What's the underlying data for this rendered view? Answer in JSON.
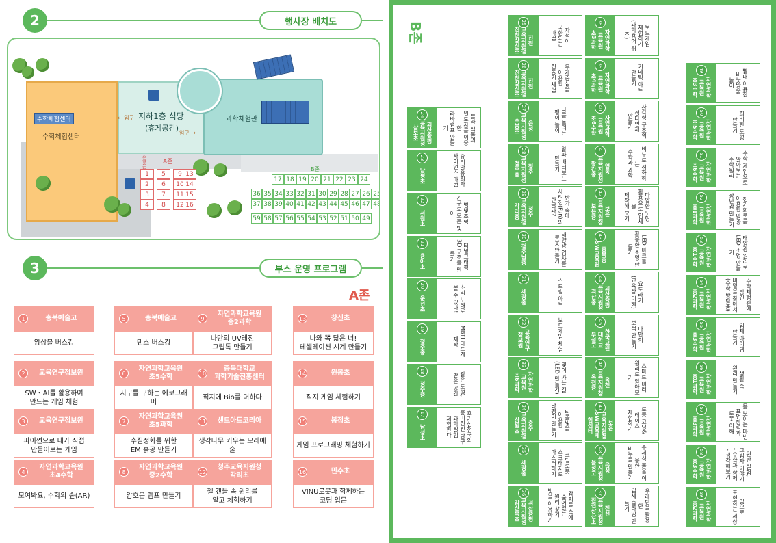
{
  "section2": {
    "number": "2",
    "title": "행사장 배치도"
  },
  "section3": {
    "number": "3",
    "title": "부스 운영 프로그램"
  },
  "map": {
    "cafeteria": "지하1층 식당",
    "cafeteria_sub": "(휴게공간)",
    "science_hall": "과학체험관",
    "math_center": "수학체험센터",
    "math_sign": "수학체험센터",
    "entrance1": "← 입구",
    "entrance2": "입구 →",
    "zoneA_label": "A존",
    "zoneB_label": "B존",
    "info_label": "운영 본부",
    "zoneA_cells": [
      "1",
      "5",
      "9",
      "13",
      "2",
      "6",
      "10",
      "14",
      "3",
      "7",
      "11",
      "15",
      "4",
      "8",
      "12",
      "16"
    ],
    "zoneB_row1": [
      "17",
      "18",
      "19",
      "20",
      "21",
      "22",
      "23",
      "24"
    ],
    "zoneB_row2": [
      "36",
      "35",
      "34",
      "33",
      "32",
      "31",
      "30",
      "29",
      "28",
      "27",
      "26",
      "25"
    ],
    "zoneB_row3": [
      "37",
      "38",
      "39",
      "40",
      "41",
      "42",
      "43",
      "44",
      "45",
      "46",
      "47",
      "48"
    ],
    "zoneB_row4": [
      "59",
      "58",
      "57",
      "56",
      "55",
      "54",
      "53",
      "52",
      "51",
      "50",
      "49"
    ]
  },
  "zoneA": {
    "title": "A존",
    "booths": [
      {
        "num": "1",
        "name": "충북예술고",
        "program": "앙상블 버스킹"
      },
      {
        "num": "2",
        "name": "교육연구정보원",
        "program": "SW・AI를 활용하여\n만드는 게임 체험"
      },
      {
        "num": "3",
        "name": "교육연구정보원",
        "program": "파이썬으로 내가 직접\n만들어보는 게임"
      },
      {
        "num": "4",
        "name": "자연과학교육원\n초4수학",
        "program": "모여봐요, 수학의 숲(AR)"
      },
      {
        "num": "5",
        "name": "충북예술고",
        "program": "댄스 버스킹"
      },
      {
        "num": "6",
        "name": "자연과학교육원\n초5수학",
        "program": "지구를 구하는 에코그래머"
      },
      {
        "num": "7",
        "name": "자연과학교육원\n초5과학",
        "program": "수질정화를 위한\nEM 흙공 만들기"
      },
      {
        "num": "8",
        "name": "자연과학교육원\n중2수학",
        "program": "암호문 램프 만들기"
      },
      {
        "num": "9",
        "name": "자연과학교육원\n중2과학",
        "program": "나만의 UV레진\n그립톡 만들기"
      },
      {
        "num": "10",
        "name": "충북대학교\n과학기술진흥센터",
        "program": "직지에 Bio를 더하다"
      },
      {
        "num": "11",
        "name": "샌드아트코리아",
        "program": "생각나무 키우는 모래예술"
      },
      {
        "num": "12",
        "name": "청주교육지원청\n각리초",
        "program": "젤 캔들 속 원리를\n알고 체험하기"
      },
      {
        "num": "13",
        "name": "창신초",
        "program": "나와 똑 닮은 너!\n테셀레이션 시계 만들기"
      },
      {
        "num": "14",
        "name": "원봉초",
        "program": "직지 게임 체험하기"
      },
      {
        "num": "15",
        "name": "봉정초",
        "program": "게임 프로그래밍 체험하기"
      },
      {
        "num": "16",
        "name": "민수초",
        "program": "VINU로봇과 함께하는\n코딩 입문"
      }
    ]
  },
  "zoneB": {
    "title": "B존",
    "booths": [
      {
        "num": "17",
        "name": "남성초",
        "program": "호기심천국의\n흥미진진 탐구\n과학실험\n체험한다"
      },
      {
        "num": "18",
        "name": "청주중",
        "program": "같은 도형,\n같은 공간"
      },
      {
        "num": "19",
        "name": "청주중",
        "program": "MBTI 다트게 제작"
      },
      {
        "num": "20",
        "name": "운천초",
        "program": "소리 노래로\n볼 수 있다!"
      },
      {
        "num": "21",
        "name": "용아초",
        "program": "터널그래픽\n3D 구조물 만들기"
      },
      {
        "num": "22",
        "name": "서원초",
        "program": "별빛조명\n기구로 모든 빛이"
      },
      {
        "num": "23",
        "name": "남평초",
        "program": "유리알유희와\n사이언스 마법"
      },
      {
        "num": "24",
        "name": "괴산증평\n교육지원청\n삼보초",
        "program": "블라 식물의\n밀도차를 이용한\n라바램프 만들기"
      },
      {
        "num": "25",
        "name": "진천\n교육지원청\n진천상신초",
        "program": "자석이\n국한되는\n마법"
      },
      {
        "num": "26",
        "name": "진천\n교육지원청\n진천상신초",
        "program": "무게중심을\n이용한\n진동기 체험"
      },
      {
        "num": "27",
        "name": "음성\n교육지원청\n수봉초",
        "program": "나를 돌리는\n팽이 놀이"
      },
      {
        "num": "28",
        "name": "청주\n교육지원청\n청주중",
        "program": "알파 배터보드\n만들기"
      },
      {
        "num": "29",
        "name": "청주\n교육지원청\n각리중",
        "program": "반가 속에\n사려진(Fun)의\n한글과?"
      },
      {
        "num": "30",
        "name": "청주남중",
        "program": "태양광 입자를\n로봇 만들기"
      },
      {
        "num": "31",
        "name": "세광중",
        "program": "스트링 아트"
      },
      {
        "num": "32",
        "name": "교육연구\n정보원",
        "program": "보드게임 체험"
      },
      {
        "num": "33",
        "name": "자연과학\n교육원\n초6과학",
        "program": "빛이 가는 길\n(LED 만들기)"
      },
      {
        "num": "34",
        "name": "충주\n교육지원청\n삼원초",
        "program": "티롤빛을\n이용한\n달팽이 만들기"
      },
      {
        "num": "35",
        "name": "세광중",
        "program": "코딩로봇\n스크래치로\n마스터하기"
      },
      {
        "num": "36",
        "name": "괴산증평\n교육지원청\n감산목초",
        "program": "감지를 속에\n숨어있는\n원리 찾기\n빛을 이용하기"
      },
      {
        "num": "37",
        "name": "진천\n교육지원청\n진천상산초",
        "program": "우레탄을 활용한\n입체 슬라임 만들기"
      },
      {
        "num": "38",
        "name": "자연과학\n교육원\n초3과학",
        "program": "보드게임\n체험하기\n(과학용어 퀴즈)"
      },
      {
        "num": "39",
        "name": "자연과학\n교육원\n초4과학",
        "program": "키네틱 아트\n만들기"
      },
      {
        "num": "40",
        "name": "자연과학\n교육원\n초6수학",
        "program": "사각형 구조의\n정다면체\n만들기"
      },
      {
        "num": "41",
        "name": "영동\n교육지원청\n황간중",
        "program": "비누로 정화하는\n수학과 과학"
      },
      {
        "num": "42",
        "name": "보은\n교육지원청\n보은중",
        "program": "다양한 도형\n활용으로 입체물\n제작해 보기"
      },
      {
        "num": "43",
        "name": "충북중\nSW교육원",
        "program": "LED 마크를\n활용한 조명 만들기"
      },
      {
        "num": "44",
        "name": "괴산증평\n교육지원청\n괴산중",
        "program": "요도라기\n(교육상 이해)"
      },
      {
        "num": "45",
        "name": "한국교원\n대학교\n부설고",
        "program": "나만의\n보석 만들기"
      },
      {
        "num": "46",
        "name": "옥천\n교육지원청\n옥천중",
        "program": "스마트 미러\n원리로 알아보기"
      },
      {
        "num": "47",
        "name": "보은\n교육지원청\nSW교육체험센터",
        "program": "로봇 코딩&\n레이스\n체험하기"
      },
      {
        "num": "48",
        "name": "음성\n교육지원청\n음성고",
        "program": "수세식 물을 이용한\n비누를 만들기"
      },
      {
        "num": "49",
        "name": "자연과학\n교육원\n초3수학",
        "program": "빨대 이용한\n비눗방울\n놀이"
      },
      {
        "num": "50",
        "name": "자연과학\n교육원\n초5수학",
        "program": "희비한 도형\n만들기"
      },
      {
        "num": "51",
        "name": "자연과학\n교육원\n초6수학",
        "program": "수학 게임으로\n알아보는\n수학원리"
      },
      {
        "num": "52",
        "name": "자연과학\n교육원\n중1과학",
        "program": "전기회로를\n이용한 발광\n장난감 만들기"
      },
      {
        "num": "53",
        "name": "자연과학\n교육원\n중1수학",
        "program": "태양광 원리로\nLED 조명 만들기"
      },
      {
        "num": "54",
        "name": "자연과학\n교육원\n중2과학",
        "program": "수학체험관에 담긴\n비밀을 찾아서\n(수학 방탈출)"
      },
      {
        "num": "55",
        "name": "자연과학\n교육원\n중3수학",
        "program": "입체 아이템\n만들기"
      },
      {
        "num": "56",
        "name": "자연과학\n교육원\n중1과학",
        "program": "생활 속\n원리 만들기"
      },
      {
        "num": "57",
        "name": "자연과학\n교육원\n중3과학",
        "program": "몸 보이는 마법\n표면장력과\n로봇 이해"
      },
      {
        "num": "58",
        "name": "자연과학\n교육원\n중3수학",
        "program": "원판 실험,\n그림자 이야기\n- 수학과 함께\n- 생각해보기"
      },
      {
        "num": "59",
        "name": "자연과학\n교육원\n중2과학",
        "program": "빛으로\n표현하는 세상"
      }
    ]
  },
  "colors": {
    "green": "#5cb85c",
    "pink": "#f6a49c",
    "red": "#e05a4e"
  }
}
